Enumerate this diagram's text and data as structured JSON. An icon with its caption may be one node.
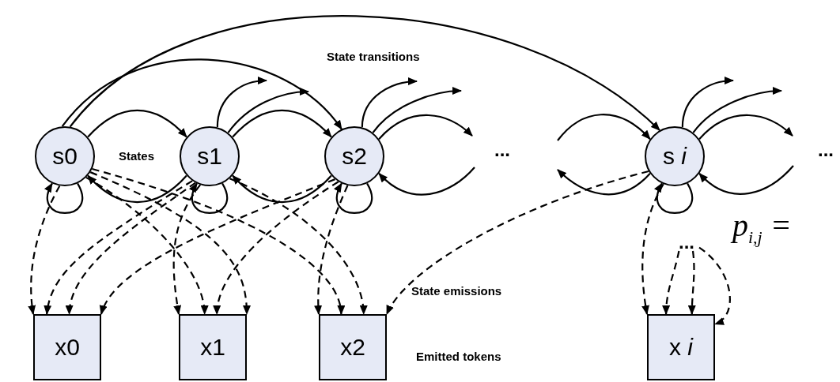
{
  "diagram": {
    "nodes": [
      {
        "text": [
          "s0"
        ]
      },
      {
        "text": [
          "s1"
        ]
      },
      {
        "text": [
          "s2"
        ]
      },
      {
        "text": [
          "s *i*"
        ]
      },
      {
        "text": [
          "x0"
        ]
      },
      {
        "text": [
          "x1"
        ]
      },
      {
        "text": [
          "x2"
        ]
      },
      {
        "text": [
          "x *i*"
        ]
      },
      {
        "text": [
          "..."
        ]
      }
    ],
    "edges": [
      {
        "from": 0,
        "to": 1,
        "arrow": "to"
      },
      {
        "from": 1,
        "to": 0,
        "arrow": "to"
      },
      {
        "from": 1,
        "to": 2,
        "arrow": "to"
      },
      {
        "from": 2,
        "to": 1,
        "arrow": "to"
      },
      {
        "from": 0,
        "to": 2,
        "arrow": "to"
      },
      {
        "from": 0,
        "to": 3,
        "arrow": "to"
      },
      {
        "from": 0,
        "to": 0,
        "arrow": "to"
      },
      {
        "from": 1,
        "to": 1,
        "arrow": "to"
      },
      {
        "from": 2,
        "to": 2,
        "arrow": "to"
      },
      {
        "from": 3,
        "to": 3,
        "arrow": "to"
      },
      {
        "from": 1,
        "to": null,
        "arrow": "to"
      },
      {
        "from": 1,
        "to": null,
        "arrow": "to"
      },
      {
        "from": 2,
        "to": null,
        "arrow": "to"
      },
      {
        "from": 2,
        "to": null,
        "arrow": "to"
      },
      {
        "from": 2,
        "to": null,
        "arrow": "to"
      },
      {
        "from": null,
        "to": 2,
        "arrow": "to"
      },
      {
        "from": null,
        "to": 3,
        "arrow": "to"
      },
      {
        "from": 3,
        "to": null,
        "arrow": "to"
      },
      {
        "from": 3,
        "to": null,
        "arrow": "to"
      },
      {
        "from": 3,
        "to": null,
        "arrow": "to"
      },
      {
        "from": 3,
        "to": null,
        "arrow": "to"
      },
      {
        "from": null,
        "to": 3,
        "arrow": "to"
      },
      {
        "from": 0,
        "to": 4,
        "arrow": "to",
        "style": "dashed"
      },
      {
        "from": 1,
        "to": 4,
        "arrow": "to",
        "style": "dashed"
      },
      {
        "from": 1,
        "to": 4,
        "arrow": "to",
        "style": "dashed"
      },
      {
        "from": 2,
        "to": 4,
        "arrow": "to",
        "style": "dashed"
      },
      {
        "from": 1,
        "to": 5,
        "arrow": "to",
        "style": "dashed"
      },
      {
        "from": 0,
        "to": 5,
        "arrow": "to",
        "style": "dashed"
      },
      {
        "from": 2,
        "to": 5,
        "arrow": "to",
        "style": "dashed"
      },
      {
        "from": 0,
        "to": 5,
        "arrow": "to",
        "style": "dashed"
      },
      {
        "from": 2,
        "to": 6,
        "arrow": "to",
        "style": "dashed"
      },
      {
        "from": 0,
        "to": 6,
        "arrow": "to",
        "style": "dashed"
      },
      {
        "from": 1,
        "to": 6,
        "arrow": "to",
        "style": "dashed"
      },
      {
        "from": 3,
        "to": 6,
        "arrow": "to",
        "style": "dashed"
      },
      {
        "from": 3,
        "to": 7,
        "arrow": "to",
        "style": "dashed"
      },
      {
        "from": 8,
        "to": 7,
        "arrow": "to",
        "style": "dashed"
      },
      {
        "from": 8,
        "to": 7,
        "arrow": "to",
        "style": "dashed"
      },
      {
        "from": 8,
        "to": 7,
        "arrow": "to",
        "style": "dashed"
      }
    ],
    "labels": [
      "State transitions",
      "States",
      "...",
      "...",
      "p$_{i,j}$ =",
      "State emissions",
      "Emitted tokens"
    ]
  }
}
